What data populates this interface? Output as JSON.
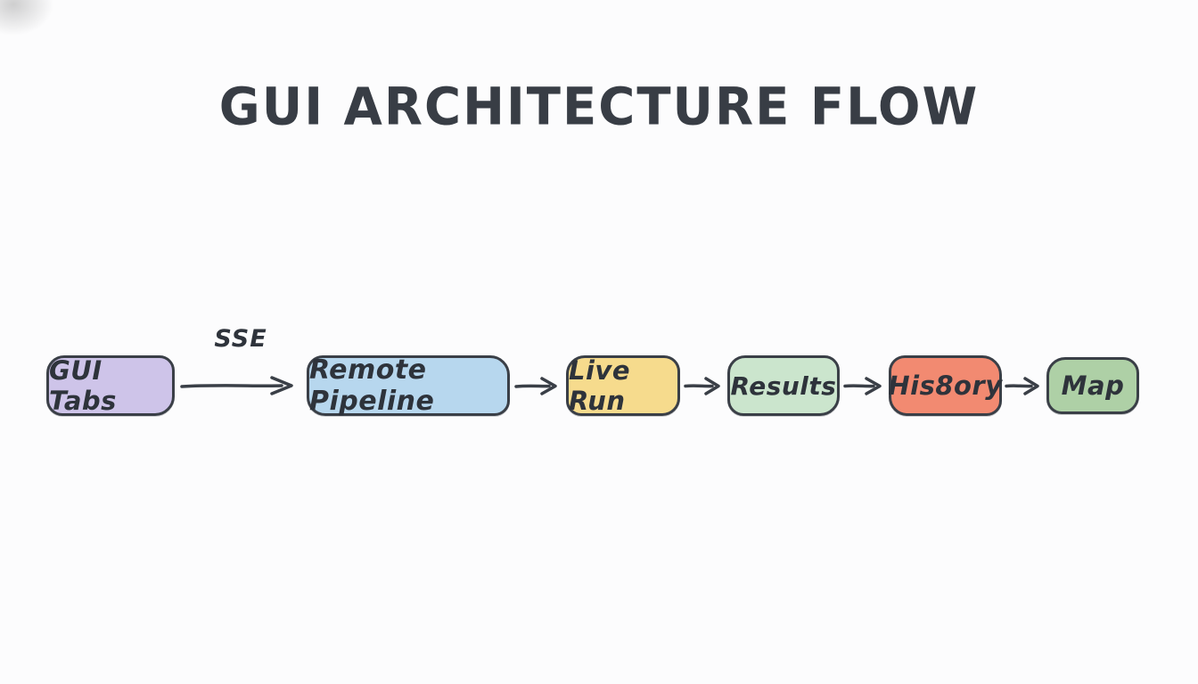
{
  "page": {
    "background": "#fcfcfd",
    "style": "hand-drawn flowchart on white"
  },
  "title": {
    "text": "GUI ARCHITECTURE FLOW",
    "color": "#383d45"
  },
  "flow": {
    "stroke_color": "#3a3f47",
    "text_color": "#2e333b",
    "nodes": [
      {
        "id": "gui-tabs",
        "label": "GUI Tabs",
        "fill": "#cec4e9"
      },
      {
        "id": "remote-pipeline",
        "label": "Remote Pipeline",
        "fill": "#b7d7ee"
      },
      {
        "id": "live-run",
        "label": "Live Run",
        "fill": "#f6db8d"
      },
      {
        "id": "results",
        "label": "Results",
        "fill": "#cbe5cd"
      },
      {
        "id": "his8ory",
        "label": "His8ory",
        "fill": "#f28a71"
      },
      {
        "id": "map",
        "label": "Map",
        "fill": "#aed0a6"
      }
    ],
    "edges": [
      {
        "from": "GUI Tabs",
        "to": "Remote Pipeline",
        "label": "SSE"
      },
      {
        "from": "Remote Pipeline",
        "to": "Live Run",
        "label": ""
      },
      {
        "from": "Live Run",
        "to": "Results",
        "label": ""
      },
      {
        "from": "Results",
        "to": "His8ory",
        "label": ""
      },
      {
        "from": "His8ory",
        "to": "Map",
        "label": ""
      }
    ]
  }
}
